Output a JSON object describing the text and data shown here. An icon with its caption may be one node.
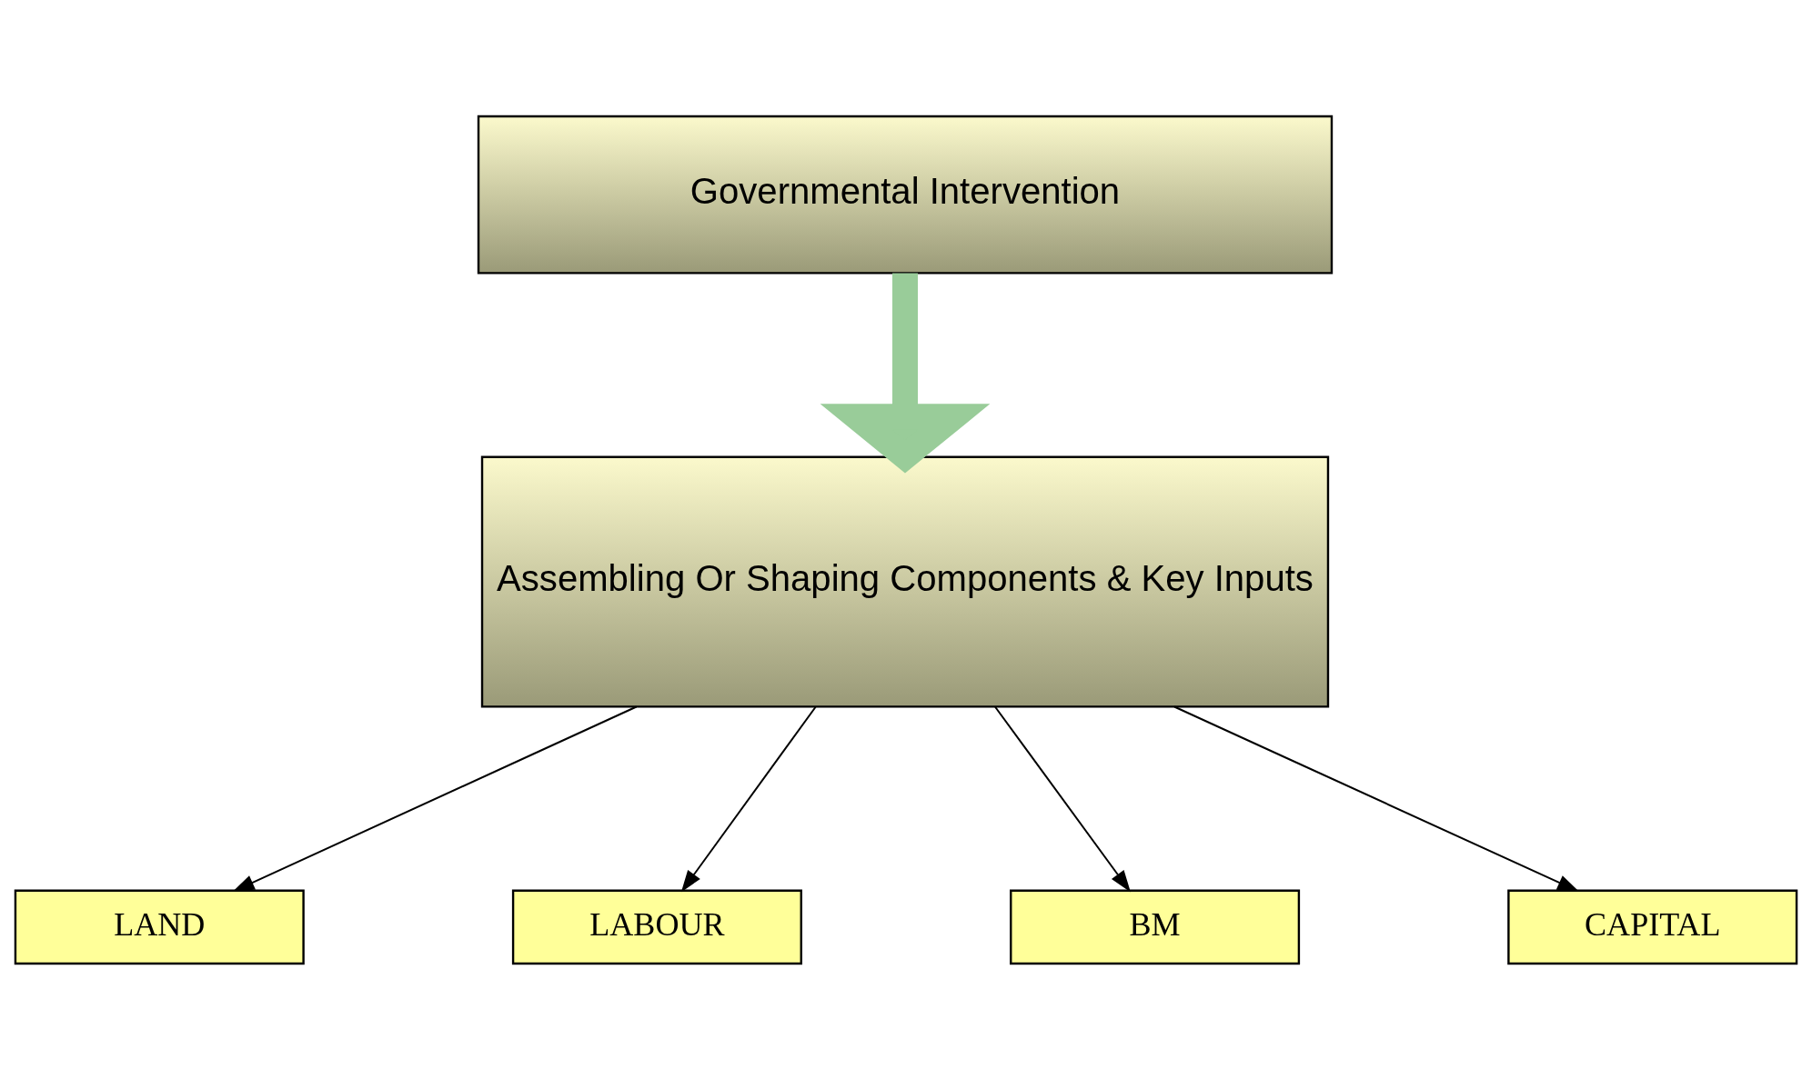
{
  "diagram": {
    "nodes": [
      {
        "text": [
          "Governmental Intervention"
        ]
      },
      {
        "text": [
          "Assembling Or Shaping Components & Key Inputs"
        ]
      },
      {
        "text": [
          "LAND"
        ]
      },
      {
        "text": [
          "LABOUR"
        ]
      },
      {
        "text": [
          "BM"
        ]
      },
      {
        "text": [
          "CAPITAL"
        ]
      }
    ],
    "edges": [
      {
        "from": 0,
        "to": 1,
        "arrow": "to",
        "style": "thick",
        "color": "#99cc99"
      },
      {
        "from": 1,
        "to": 2,
        "arrow": "to"
      },
      {
        "from": 1,
        "to": 3,
        "arrow": "to"
      },
      {
        "from": 1,
        "to": 4,
        "arrow": "to"
      },
      {
        "from": 1,
        "to": 5,
        "arrow": "to"
      }
    ]
  }
}
